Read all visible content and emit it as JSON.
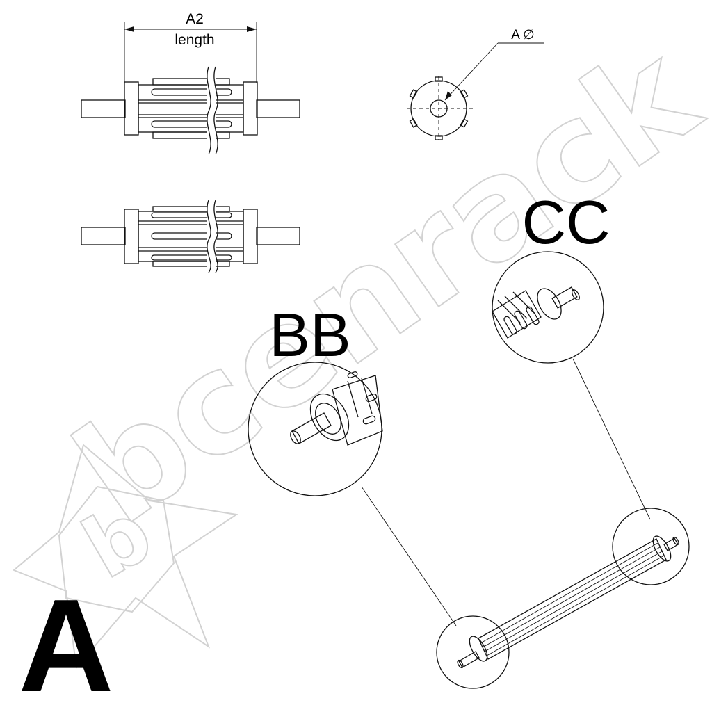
{
  "dimensions": {
    "length_label_top": "A2",
    "length_label_bottom": "length",
    "diameter_label": "A ∅"
  },
  "detail_labels": {
    "bb": "BB",
    "cc": "CC"
  },
  "view_label": "A",
  "watermark": {
    "text": "bcenrack",
    "logo_glyph": "b",
    "color": "#d2d2d2"
  }
}
